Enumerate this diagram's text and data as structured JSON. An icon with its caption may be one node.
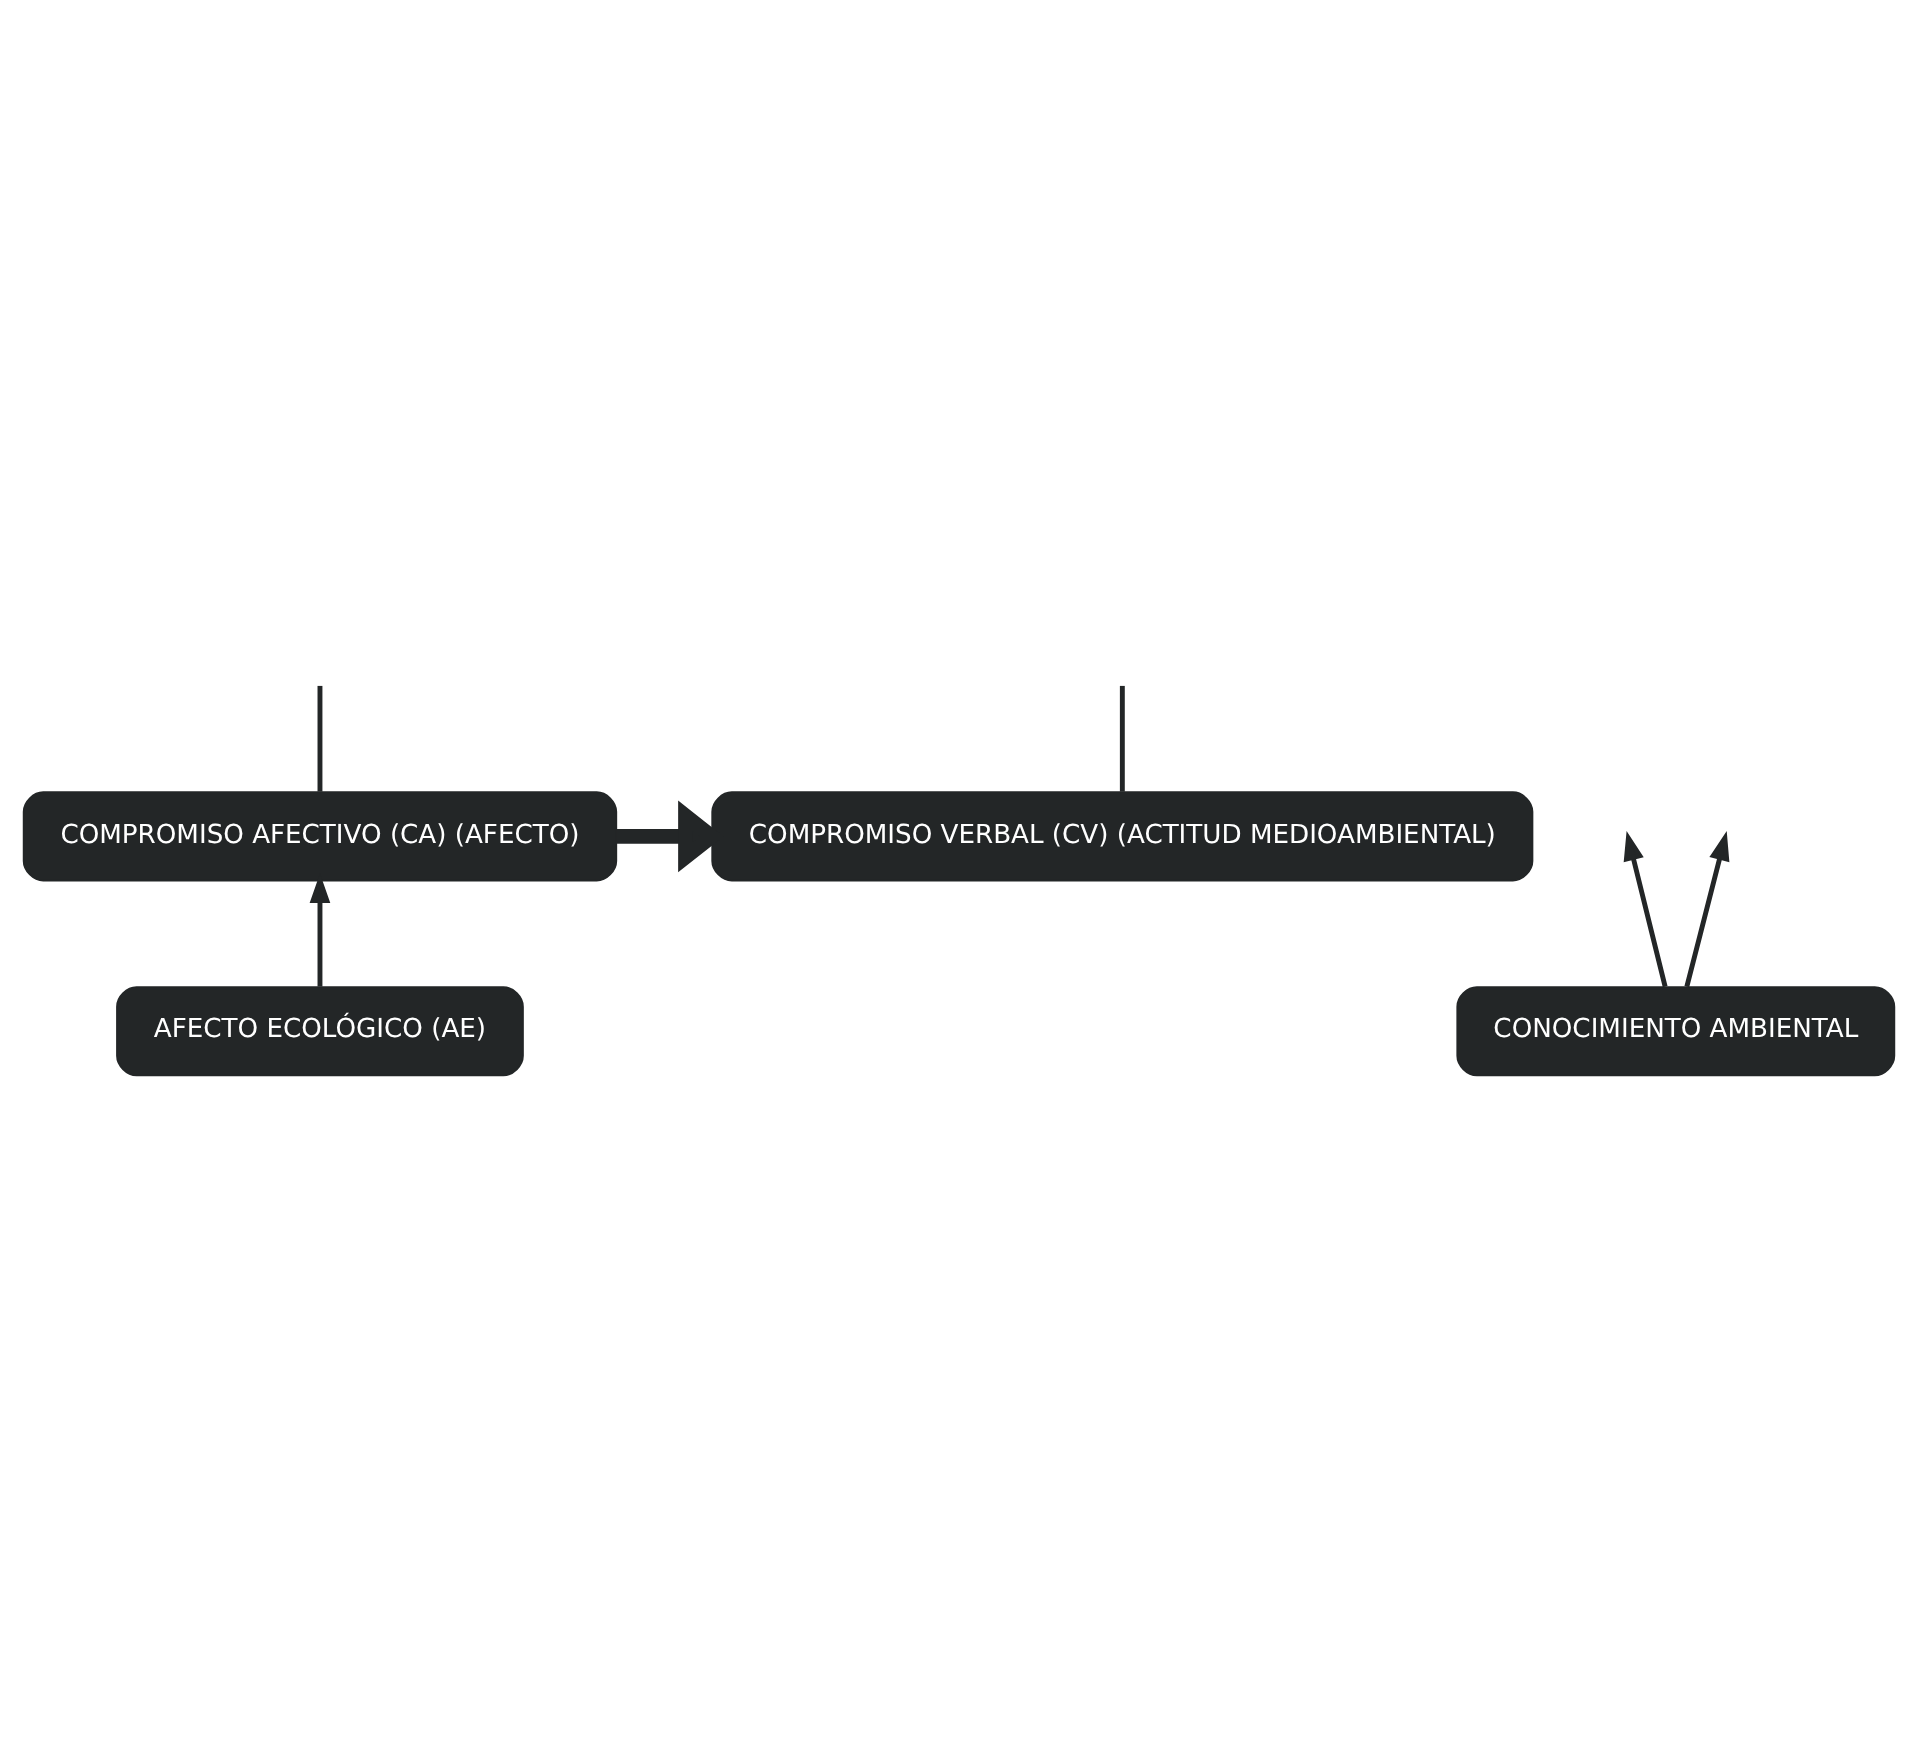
{
  "diagram": {
    "nodes": [
      {
        "text": [
          "COMPROMISO AFECTIVO (CA) (AFECTO)"
        ]
      },
      {
        "text": [
          "COMPROMISO VERBAL (CV) (ACTITUD MEDIOAMBIENTAL)"
        ]
      },
      {
        "text": [
          "AFECTO ECOLÓGICO (AE)"
        ]
      },
      {
        "text": [
          "CONOCIMIENTO AMBIENTAL"
        ]
      }
    ],
    "edges": [
      {
        "from": 2,
        "to": 0,
        "arrow": "to"
      },
      {
        "from": 0,
        "to": 1,
        "arrow": "to",
        "style": "thick"
      },
      {
        "from": 3,
        "to": null,
        "arrow": "to"
      },
      {
        "from": 3,
        "to": null,
        "arrow": "to"
      },
      {
        "from": 0,
        "to": null,
        "arrow": "none"
      },
      {
        "from": 1,
        "to": null,
        "arrow": "none"
      }
    ]
  }
}
